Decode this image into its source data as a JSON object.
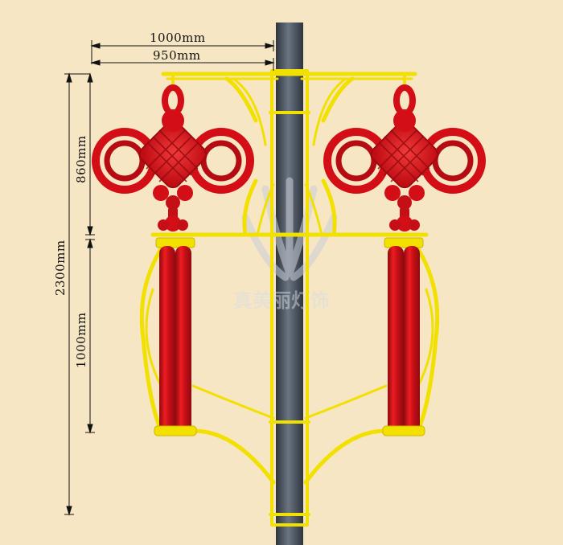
{
  "dimensions": {
    "top_width": "1000mm",
    "inner_width": "950mm",
    "total_height": "2300mm",
    "knot_height": "860mm",
    "tassel_height": "1000mm"
  },
  "watermark": {
    "text": "真美丽灯饰"
  },
  "colors": {
    "background": "#f7e6c3",
    "frame": "#f2e000",
    "frame_edge": "#c9b800",
    "knot_red": "#e3101a",
    "knot_dark": "#9e0a10",
    "pole": "#4e5764",
    "pole_dark": "#2f353e",
    "dimension_line": "#111111"
  },
  "icons": [
    "chinese-knot-icon",
    "tassel-icon",
    "logo-mark-icon"
  ]
}
